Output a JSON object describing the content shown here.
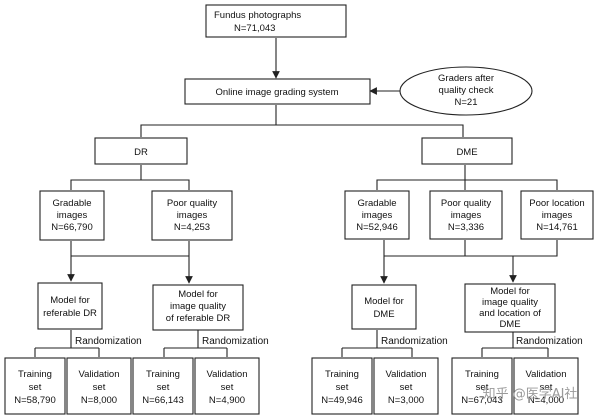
{
  "nodes": {
    "fundus": [
      "Fundus photographs",
      "N=71,043"
    ],
    "graders": [
      "Graders after",
      "quality check",
      "N=21"
    ],
    "online": [
      "Online image grading  system"
    ],
    "dr": [
      "DR"
    ],
    "dme": [
      "DME"
    ],
    "dr_gradable": [
      "Gradable",
      "images",
      "N=66,790"
    ],
    "dr_poor_quality": [
      "Poor quality",
      "images",
      "N=4,253"
    ],
    "dme_gradable": [
      "Gradable",
      "images",
      "N=52,946"
    ],
    "dme_poor_quality": [
      "Poor quality",
      "images",
      "N=3,336"
    ],
    "dme_poor_location": [
      "Poor location",
      "images",
      "N=14,761"
    ],
    "model_dr": [
      "Model for",
      "referable DR"
    ],
    "model_dr_quality": [
      "Model for",
      "image quality",
      "of referable DR"
    ],
    "model_dme": [
      "Model for",
      "DME"
    ],
    "model_dme_quality": [
      "Model for",
      "image quality",
      "and location of",
      "DME"
    ],
    "train_1": [
      "Training",
      "set",
      "N=58,790"
    ],
    "val_1": [
      "Validation",
      "set",
      "N=8,000"
    ],
    "train_2": [
      "Training",
      "set",
      "N=66,143"
    ],
    "val_2": [
      "Validation",
      "set",
      "N=4,900"
    ],
    "train_3": [
      "Training",
      "set",
      "N=49,946"
    ],
    "val_3": [
      "Validation",
      "set",
      "N=3,000"
    ],
    "train_4": [
      "Training",
      "set",
      "N=67,043"
    ],
    "val_4": [
      "Validation",
      "set",
      "N=4,000"
    ]
  },
  "randomization_label": "Randomization",
  "watermark": "知乎 @医学AI社"
}
